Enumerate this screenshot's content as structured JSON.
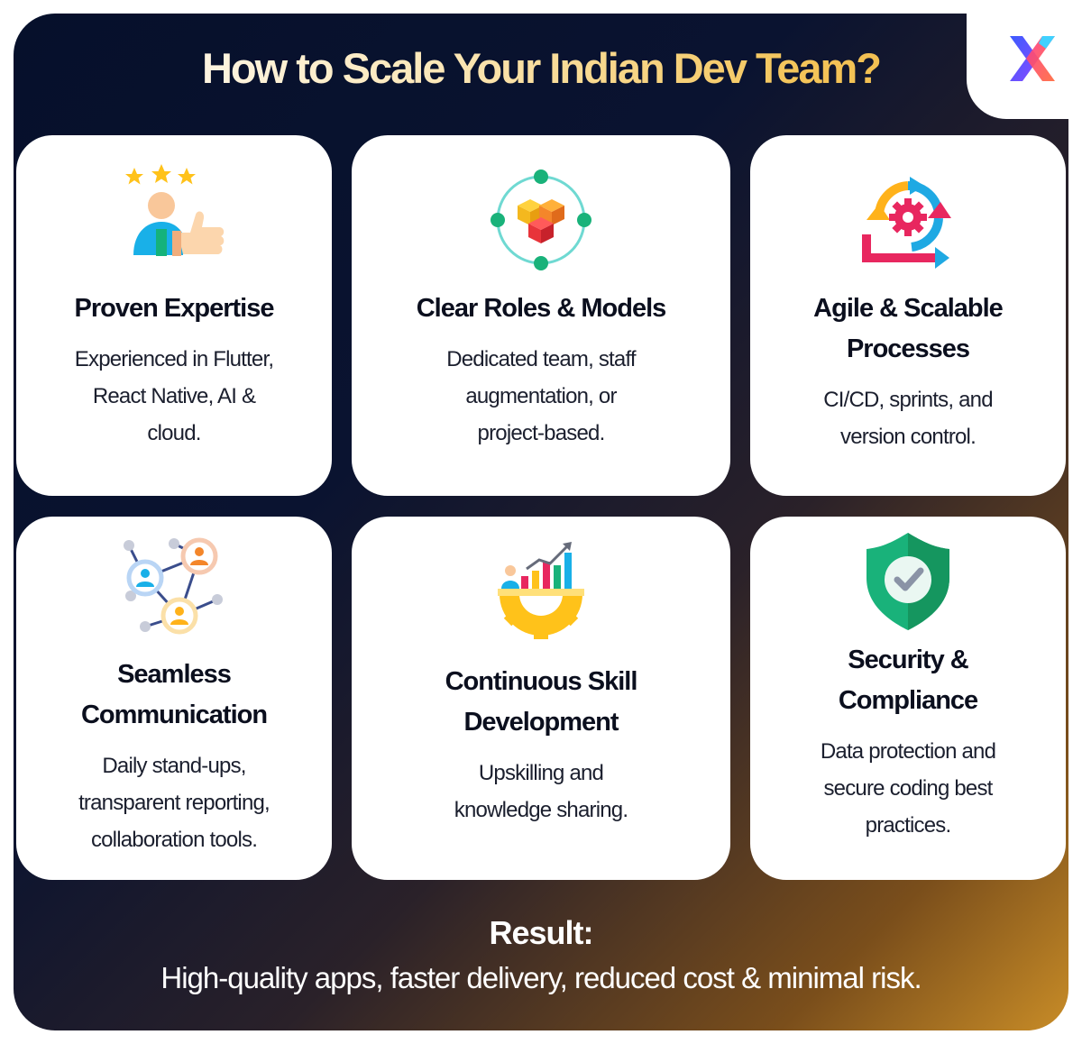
{
  "title": "How to Scale Your Indian Dev Team?",
  "colors": {
    "background_dark": "#06102b",
    "background_gold": "#c88c27",
    "card": "#ffffff",
    "heading_text": "#0b0f1e",
    "title_gradient_end": "#f0b43f"
  },
  "cards": [
    {
      "icon": "thumbs-up-expert-icon",
      "title_lines": [
        "Proven Expertise"
      ],
      "body_lines": [
        "Experienced in Flutter,",
        "React Native, AI &",
        "cloud."
      ]
    },
    {
      "icon": "cubes-network-icon",
      "title_lines": [
        "Clear Roles & Models"
      ],
      "body_lines": [
        "Dedicated team, staff",
        "augmentation, or",
        "project-based."
      ]
    },
    {
      "icon": "agile-cycle-gear-icon",
      "title_lines": [
        "Agile & Scalable",
        "Processes"
      ],
      "body_lines": [
        "CI/CD, sprints, and",
        "version control."
      ]
    },
    {
      "icon": "team-network-icon",
      "title_lines": [
        "Seamless",
        "Communication"
      ],
      "body_lines": [
        "Daily stand-ups,",
        "transparent reporting,",
        "collaboration tools."
      ]
    },
    {
      "icon": "growth-chart-gear-icon",
      "title_lines": [
        "Continuous Skill",
        "Development"
      ],
      "body_lines": [
        "Upskilling and",
        "knowledge sharing."
      ]
    },
    {
      "icon": "shield-check-icon",
      "title_lines": [
        "Security &",
        "Compliance"
      ],
      "body_lines": [
        "Data protection and",
        "secure coding best",
        "practices."
      ]
    }
  ],
  "result": {
    "label": "Result:",
    "text": "High-quality apps, faster delivery, reduced cost & minimal risk."
  }
}
